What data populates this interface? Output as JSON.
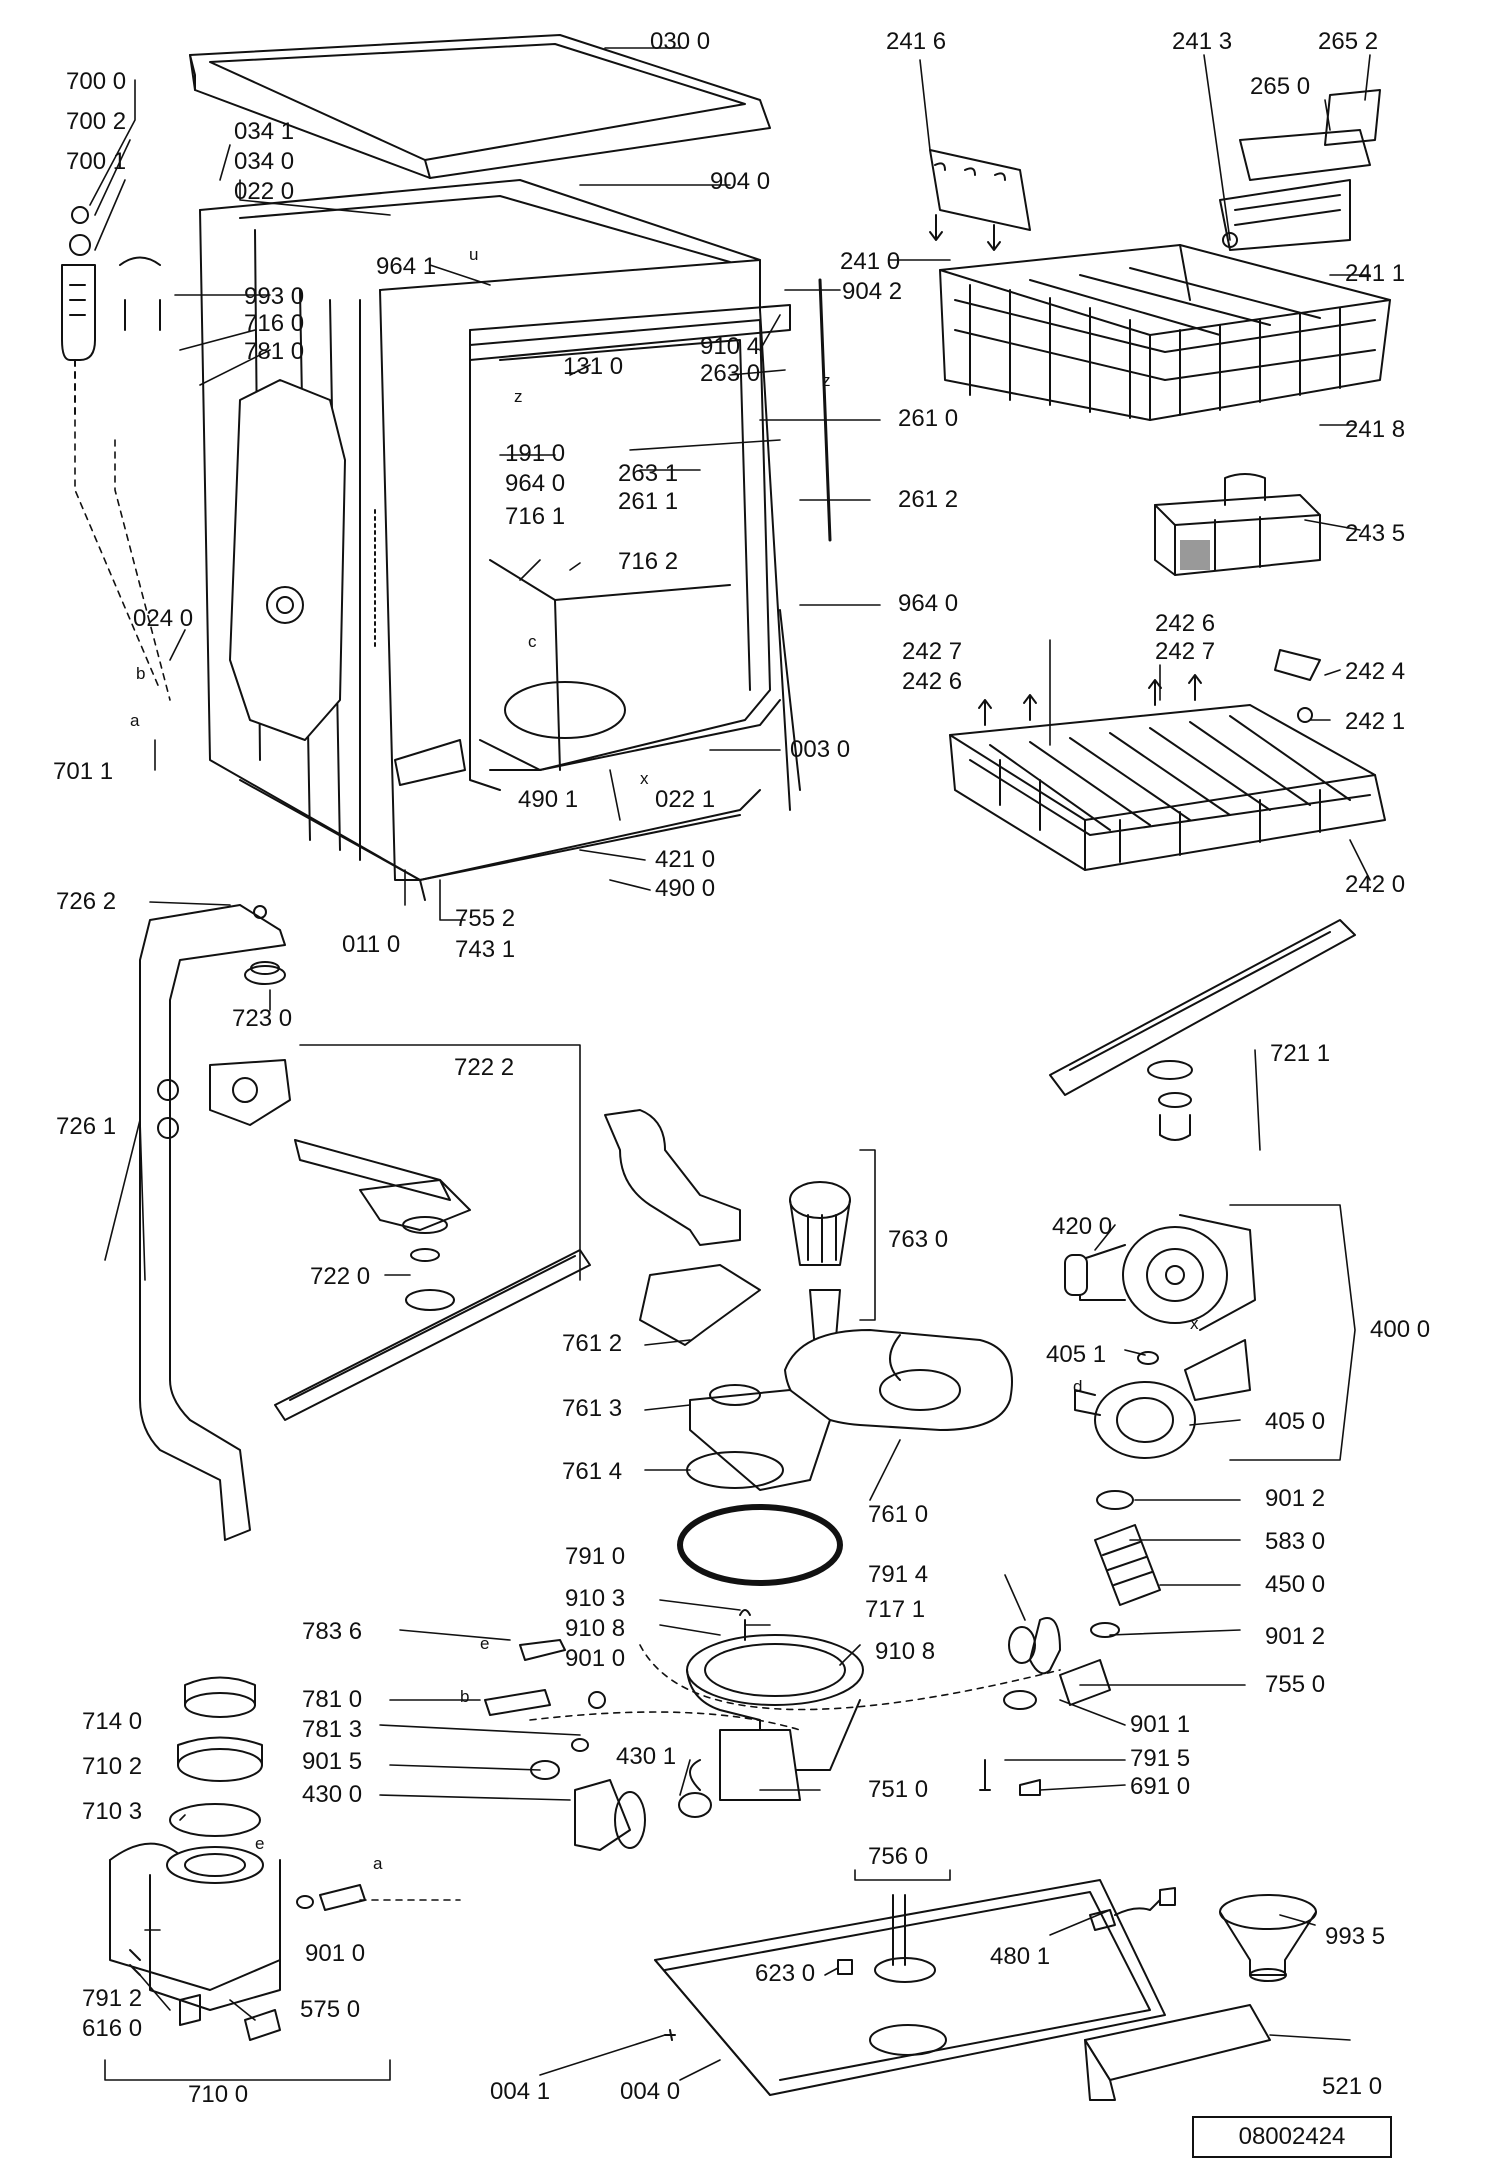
{
  "document_number": "08002424",
  "part_labels": [
    {
      "id": "l0",
      "text": "030 0"
    },
    {
      "id": "l1",
      "text": "241 6"
    },
    {
      "id": "l2",
      "text": "241 3"
    },
    {
      "id": "l3",
      "text": "265 2"
    },
    {
      "id": "l4",
      "text": "265 0"
    },
    {
      "id": "l5",
      "text": "700 0"
    },
    {
      "id": "l6",
      "text": "700 2"
    },
    {
      "id": "l7",
      "text": "034 1"
    },
    {
      "id": "l8",
      "text": "700 1"
    },
    {
      "id": "l9",
      "text": "034 0"
    },
    {
      "id": "l10",
      "text": "022 0"
    },
    {
      "id": "l11",
      "text": "904 0"
    },
    {
      "id": "l12",
      "text": "964 1"
    },
    {
      "id": "l13",
      "text": "993 0"
    },
    {
      "id": "l14",
      "text": "716 0"
    },
    {
      "id": "l15",
      "text": "781 0"
    },
    {
      "id": "l16",
      "text": "904 2"
    },
    {
      "id": "l17",
      "text": "241 0"
    },
    {
      "id": "l18",
      "text": "241 1"
    },
    {
      "id": "l19",
      "text": "910 4"
    },
    {
      "id": "l20",
      "text": "131 0"
    },
    {
      "id": "l21",
      "text": "263 0"
    },
    {
      "id": "l22",
      "text": "261 0"
    },
    {
      "id": "l23",
      "text": "241 8"
    },
    {
      "id": "l24",
      "text": "191 0"
    },
    {
      "id": "l25",
      "text": "263 1"
    },
    {
      "id": "l26",
      "text": "964 0"
    },
    {
      "id": "l27",
      "text": "261 1"
    },
    {
      "id": "l28",
      "text": "261 2"
    },
    {
      "id": "l29",
      "text": "716 1"
    },
    {
      "id": "l30",
      "text": "243 5"
    },
    {
      "id": "l31",
      "text": "716 2"
    },
    {
      "id": "l32",
      "text": "964 0"
    },
    {
      "id": "l33",
      "text": "024 0"
    },
    {
      "id": "l34",
      "text": "242 6"
    },
    {
      "id": "l35",
      "text": "242 7"
    },
    {
      "id": "l36",
      "text": "242 7"
    },
    {
      "id": "l37",
      "text": "242 4"
    },
    {
      "id": "l38",
      "text": "242 6"
    },
    {
      "id": "l39",
      "text": "242 1"
    },
    {
      "id": "l40",
      "text": "701 1"
    },
    {
      "id": "l41",
      "text": "003 0"
    },
    {
      "id": "l42",
      "text": "490 1"
    },
    {
      "id": "l43",
      "text": "022 1"
    },
    {
      "id": "l44",
      "text": "421 0"
    },
    {
      "id": "l45",
      "text": "490 0"
    },
    {
      "id": "l46",
      "text": "242 0"
    },
    {
      "id": "l47",
      "text": "726 2"
    },
    {
      "id": "l48",
      "text": "755 2"
    },
    {
      "id": "l49",
      "text": "011 0"
    },
    {
      "id": "l50",
      "text": "743 1"
    },
    {
      "id": "l51",
      "text": "723 0"
    },
    {
      "id": "l52",
      "text": "721 1"
    },
    {
      "id": "l53",
      "text": "722 2"
    },
    {
      "id": "l54",
      "text": "726 1"
    },
    {
      "id": "l55",
      "text": "763 0"
    },
    {
      "id": "l56",
      "text": "420 0"
    },
    {
      "id": "l57",
      "text": "722 0"
    },
    {
      "id": "l58",
      "text": "400 0"
    },
    {
      "id": "l59",
      "text": "761 2"
    },
    {
      "id": "l60",
      "text": "405 1"
    },
    {
      "id": "l61",
      "text": "761 3"
    },
    {
      "id": "l62",
      "text": "405 0"
    },
    {
      "id": "l63",
      "text": "761 4"
    },
    {
      "id": "l64",
      "text": "761 0"
    },
    {
      "id": "l65",
      "text": "901 2"
    },
    {
      "id": "l66",
      "text": "791 0"
    },
    {
      "id": "l67",
      "text": "583 0"
    },
    {
      "id": "l68",
      "text": "791 4"
    },
    {
      "id": "l69",
      "text": "450 0"
    },
    {
      "id": "l70",
      "text": "910 3"
    },
    {
      "id": "l71",
      "text": "717 1"
    },
    {
      "id": "l72",
      "text": "783 6"
    },
    {
      "id": "l73",
      "text": "910 8"
    },
    {
      "id": "l74",
      "text": "901 2"
    },
    {
      "id": "l75",
      "text": "910 8"
    },
    {
      "id": "l76",
      "text": "901 0"
    },
    {
      "id": "l77",
      "text": "755 0"
    },
    {
      "id": "l78",
      "text": "714 0"
    },
    {
      "id": "l79",
      "text": "781 0"
    },
    {
      "id": "l80",
      "text": "901 1"
    },
    {
      "id": "l81",
      "text": "781 3"
    },
    {
      "id": "l82",
      "text": "791 5"
    },
    {
      "id": "l83",
      "text": "710 2"
    },
    {
      "id": "l84",
      "text": "901 5"
    },
    {
      "id": "l85",
      "text": "430 1"
    },
    {
      "id": "l86",
      "text": "751 0"
    },
    {
      "id": "l87",
      "text": "430 0"
    },
    {
      "id": "l88",
      "text": "691 0"
    },
    {
      "id": "l89",
      "text": "710 3"
    },
    {
      "id": "l90",
      "text": "756 0"
    },
    {
      "id": "l91",
      "text": "993 5"
    },
    {
      "id": "l92",
      "text": "901 0"
    },
    {
      "id": "l93",
      "text": "623 0"
    },
    {
      "id": "l94",
      "text": "480 1"
    },
    {
      "id": "l95",
      "text": "791 2"
    },
    {
      "id": "l96",
      "text": "575 0"
    },
    {
      "id": "l97",
      "text": "616 0"
    },
    {
      "id": "l98",
      "text": "710 0"
    },
    {
      "id": "l99",
      "text": "004 1"
    },
    {
      "id": "l100",
      "text": "004 0"
    },
    {
      "id": "l101",
      "text": "521 0"
    }
  ],
  "markers": [
    {
      "id": "m0",
      "text": "b"
    },
    {
      "id": "m1",
      "text": "a"
    },
    {
      "id": "m2",
      "text": "u"
    },
    {
      "id": "m3",
      "text": "z"
    },
    {
      "id": "m4",
      "text": "z"
    },
    {
      "id": "m5",
      "text": "c"
    },
    {
      "id": "m6",
      "text": "x"
    },
    {
      "id": "m7",
      "text": "x"
    },
    {
      "id": "m8",
      "text": "d"
    },
    {
      "id": "m9",
      "text": "e"
    },
    {
      "id": "m10",
      "text": "b"
    },
    {
      "id": "m11",
      "text": "e"
    },
    {
      "id": "m12",
      "text": "a"
    }
  ]
}
